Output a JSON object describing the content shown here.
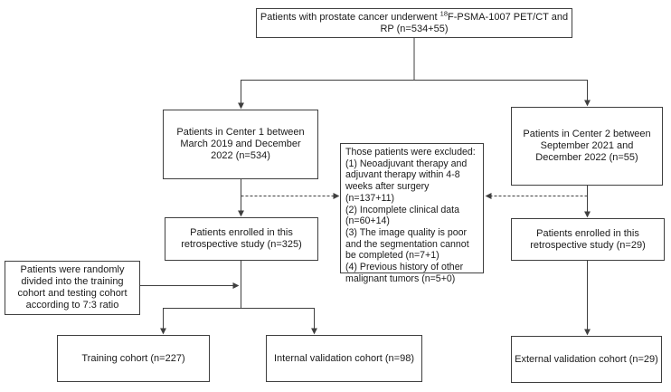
{
  "colors": {
    "line": "#3f3f3f",
    "box_border": "#3f3f3f",
    "text": "#1a1a1a",
    "background": "#ffffff"
  },
  "flowchart": {
    "top_box": {
      "line1_pre": "Patients with prostate cancer  underwent ",
      "line1_sup": "18",
      "line1_post": "F-PSMA-1007 PET/CT and",
      "line2": "RP (n=534+55)"
    },
    "center1_box": "Patients in Center 1 between March 2019 and December 2022 (n=534)",
    "center2_box": "Patients in Center 2 between September 2021 and December 2022 (n=55)",
    "exclusion_box": {
      "title": "Those patients were excluded:",
      "items": [
        "(1) Neoadjuvant therapy and adjuvant therapy within 4-8 weeks after surgery (n=137+11)",
        "(2) Incomplete clinical data (n=60+14)",
        "(3) The image quality is poor and the segmentation cannot be completed (n=7+1)",
        "(4) Previous history of other malignant tumors (n=5+0)"
      ]
    },
    "enrolled1_box": "Patients enrolled in this retrospective study (n=325)",
    "enrolled2_box": "Patients enrolled in this retrospective study (n=29)",
    "random_split_box": "Patients were randomly divided into the training cohort and testing cohort according to 7:3 ratio",
    "training_box": "Training cohort (n=227)",
    "internal_validation_box": "Internal validation cohort (n=98)",
    "external_validation_box": "External validation cohort (n=29)"
  }
}
